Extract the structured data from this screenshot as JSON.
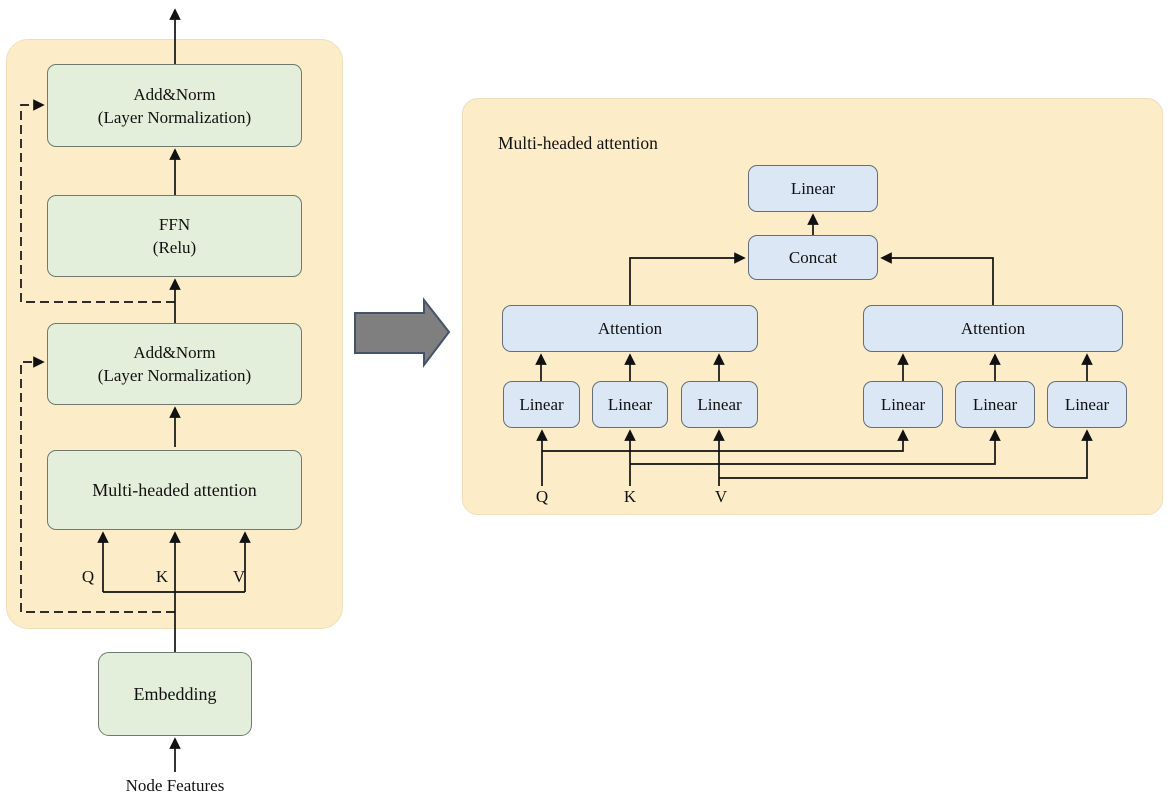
{
  "figure": {
    "left_panel": {
      "boxes": [
        {
          "line1": "Add&Norm",
          "line2": "(Layer Normalization)"
        },
        {
          "line1": "FFN",
          "line2": "(Relu)"
        },
        {
          "line1": "Add&Norm",
          "line2": "(Layer Normalization)"
        },
        {
          "line1": "Multi-headed attention"
        },
        {
          "line1": "Embedding"
        }
      ],
      "qkv": {
        "q": "Q",
        "k": "K",
        "v": "V"
      },
      "input_label": "Node Features"
    },
    "right_panel": {
      "title": "Multi-headed attention",
      "linear_out": "Linear",
      "concat": "Concat",
      "attention_left": "Attention",
      "attention_right": "Attention",
      "linears": [
        "Linear",
        "Linear",
        "Linear",
        "Linear",
        "Linear",
        "Linear"
      ],
      "qkv": {
        "q": "Q",
        "k": "K",
        "v": "V"
      }
    },
    "colors": {
      "panel_bg": "#fdecc8",
      "green_box_bg": "#e3efda",
      "blue_box_bg": "#dbe7f4",
      "line": "#111111",
      "big_arrow_fill": "#7f7f7f",
      "big_arrow_border": "#44546a"
    }
  }
}
